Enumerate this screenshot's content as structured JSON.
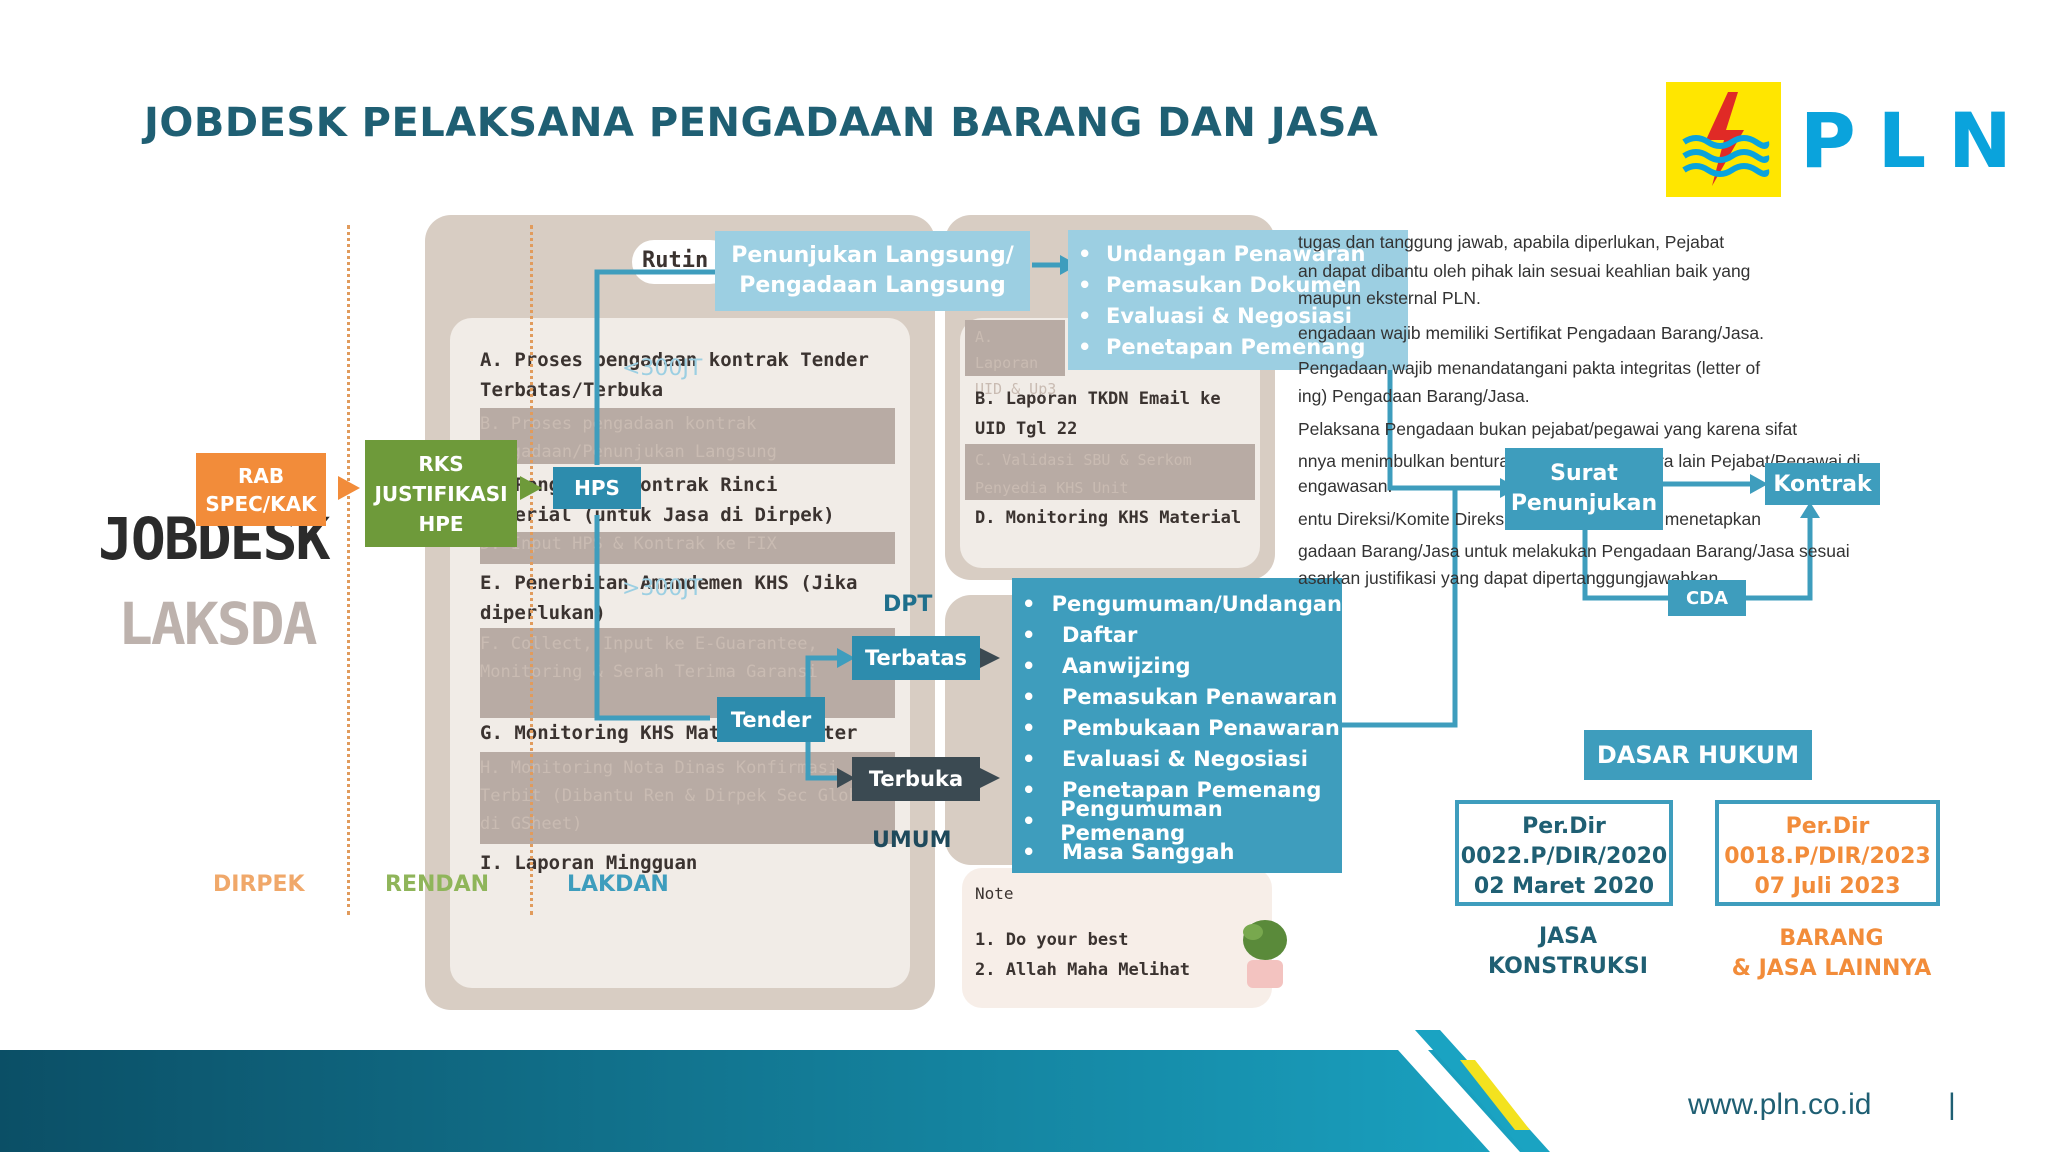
{
  "title": "JOBDESK PELAKSANA PENGADAAN BARANG DAN JASA",
  "logo": {
    "text": "PLN",
    "icon": "lightning-wave-icon"
  },
  "side_title": {
    "line1": "JOBDESK",
    "line2": "LAKSDA"
  },
  "lanes": {
    "dirpek": "DIRPEK",
    "rendan": "RENDAN",
    "lakdan": "LAKDAN"
  },
  "flow": {
    "rab": "RAB SPEC/KAK",
    "rks": "RKS JUSTIFIKASI HPE",
    "hps": "HPS",
    "pl": "Penunjukan Langsung/ Pengadaan Langsung",
    "tender": "Tender",
    "terbatas": "Terbatas",
    "terbuka": "Terbuka",
    "dpt": "DPT",
    "umum": "UMUM",
    "lt300": "<300JT",
    "gt300": ">300JT",
    "surat": "Surat Penunjukan",
    "kontrak": "Kontrak",
    "cda": "CDA"
  },
  "pl_steps": [
    "Undangan Penawaran",
    "Pemasukan Dokumen",
    "Evaluasi & Negosiasi",
    "Penetapan Pemenang"
  ],
  "tender_steps": [
    "Pengumuman/Undangan",
    "Daftar",
    "Aanwijzing",
    "Pemasukan Penawaran",
    "Pembukaan Penawaran",
    "Evaluasi & Negosiasi",
    "Penetapan Pemenang",
    "Pengumuman Pemenang",
    "Masa Sanggah"
  ],
  "notes_bg": {
    "rutin": "Rutin",
    "a": "A. Proses pengadaan kontrak Tender Terbatas/Terbuka",
    "b": "B. Proses pengadaan kontrak Pengadaan/Penunjukan Langsung",
    "c": "C. Pengadaan Kontrak Rinci Material (untuk Jasa di Dirpek)",
    "d": "D. Input HPS & Kontrak ke FIX",
    "e": "E. Penerbitan Amandemen KHS (Jika diperlukan)",
    "f": "F. Collect, Input ke E-Guarantee, Monitoring & Serah Terima Garansi",
    "g": "G. Monitoring KHS Material Center",
    "h": "H. Monitoring Nota Dinas Konfirmasi Terbit (Dibantu Ren & Dirpek Sec Global di GSheet)",
    "i": "I. Laporan Mingguan",
    "ra": "A. Laporan UID & Up3",
    "rb": "B. Laporan TKDN Email ke UID Tgl 22",
    "rc": "C. Validasi SBU & Serkom Penyedia KHS Unit",
    "rd": "D. Monitoring KHS Material",
    "note_label": "Note",
    "note1": "1. Do your best",
    "note2": "2. Allah Maha Melihat"
  },
  "right_text": [
    "tugas dan tanggung jawab, apabila diperlukan, Pejabat",
    "an dapat dibantu oleh pihak lain sesuai keahlian baik yang",
    "maupun eksternal PLN.",
    "engadaan wajib memiliki Sertifikat Pengadaan Barang/Jasa.",
    "Pengadaan wajib menandatangani pakta integritas (letter of",
    "ing) Pengadaan Barang/Jasa.",
    "Pelaksana Pengadaan bukan pejabat/pegawai yang karena sifat",
    "nnya menimbulkan benturan kepentingan antara lain Pejabat/Pegawai di",
    "engawasan.",
    "entu Direksi/Komite Direksi Barang/Jasa dapat menetapkan",
    "gadaan Barang/Jasa untuk melakukan Pengadaan Barang/Jasa sesuai",
    "asarkan justifikasi yang dapat dipertanggungjawabkan."
  ],
  "dasar_hukum": {
    "title": "DASAR HUKUM",
    "items": [
      {
        "line1": "Per.Dir",
        "line2": "0022.P/DIR/2020",
        "line3": "02 Maret 2020",
        "caption1": "JASA",
        "caption2": "KONSTRUKSI"
      },
      {
        "line1": "Per.Dir",
        "line2": "0018.P/DIR/2023",
        "line3": "07 Juli 2023",
        "caption1": "BARANG",
        "caption2": "& JASA LAINNYA"
      }
    ]
  },
  "footer": {
    "url": "www.pln.co.id",
    "sep": "|"
  },
  "colors": {
    "teal": "#3e9dbd",
    "orange": "#f28c3a",
    "green": "#6e9a3a",
    "navy": "#1f5f73"
  }
}
